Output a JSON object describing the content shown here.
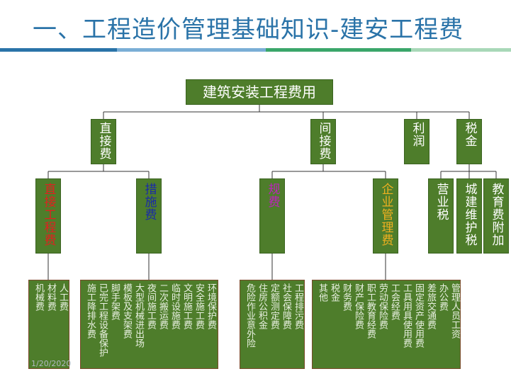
{
  "title": "一、工程造价管理基础知识-建安工程费",
  "date": "1/20/2020",
  "colors": {
    "title": "#2a73a8",
    "box": "#4e7d2b",
    "bar": [
      "#2a73a8",
      "#7aaed6",
      "#3aa66a",
      "#a8d8b8"
    ]
  },
  "root": "建筑安装工程费用",
  "level1": {
    "direct": "直接费",
    "indirect": "间接费",
    "profit": "利润",
    "tax": "税金"
  },
  "level2": {
    "direct_eng": "直接工程费",
    "measures": "措施费",
    "regulation": "规费",
    "enterprise": "企业管理费",
    "business_tax": "营业税",
    "city_tax": "城建维护税",
    "edu_tax": "教育费附加"
  },
  "details": {
    "direct_eng": [
      "人工费",
      "材料费",
      "机械费"
    ],
    "measures": [
      "环境保护费",
      "安全施工费",
      "文明施工费",
      "临时设施费",
      "二次搬运费",
      "夜间施工费",
      "大型机械进出场",
      "模板及支架费",
      "脚手架费",
      "已完工程设备保护",
      "施工降排水费"
    ],
    "regulation": [
      "工程排污费",
      "社会保障费",
      "定额测定费",
      "住房公积金",
      "危险作业意外险"
    ],
    "enterprise": [
      "管理人员工资",
      "办公费",
      "差旅交通费",
      "固定资产使用费",
      "工具用具使用费",
      "工会经费",
      "劳动保险费",
      "职工教育经费",
      "财产保险费",
      "财务费",
      "税金",
      "其他"
    ]
  }
}
